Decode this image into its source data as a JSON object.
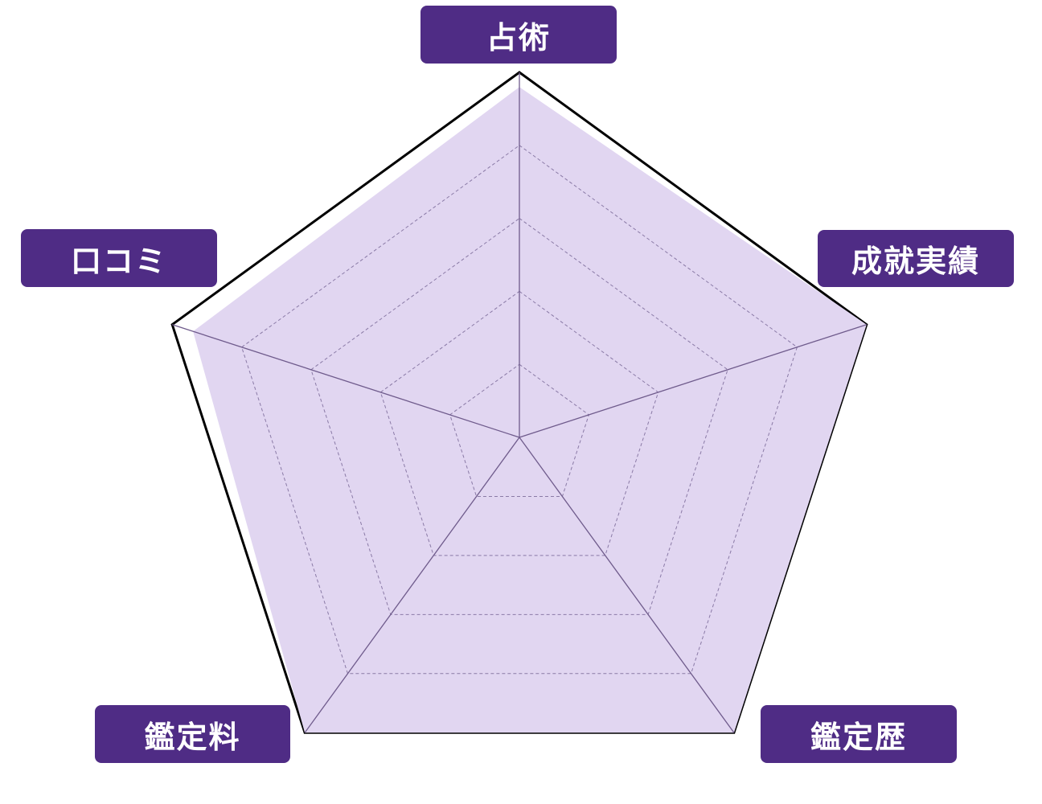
{
  "chart_data": {
    "type": "radar",
    "axes": [
      "占術",
      "成就実績",
      "鑑定歴",
      "鑑定料",
      "口コミ"
    ],
    "series": [
      {
        "values": [
          4.8,
          5,
          5,
          5,
          4.7
        ]
      }
    ],
    "range": [
      0,
      5
    ],
    "gridlines": [
      1,
      2,
      3,
      4
    ],
    "colors": {
      "fill": "#e1d6f1",
      "outline": "#000000",
      "spokes": "#6f5b8c",
      "grid": "#8a7aa6",
      "label_bg": "#4f2c85",
      "label_text": "#ffffff"
    }
  }
}
